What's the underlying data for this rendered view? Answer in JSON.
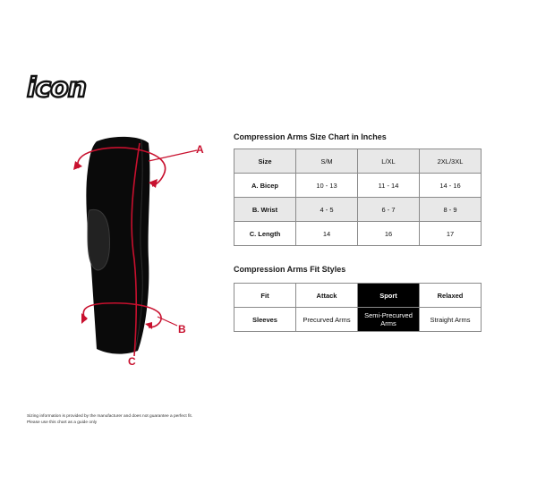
{
  "logo": {
    "text": "icon"
  },
  "figure": {
    "label_a": "A",
    "label_b": "B",
    "label_c": "C",
    "accent_color": "#c8102e"
  },
  "size_chart": {
    "title": "Compression Arms Size Chart in Inches",
    "header": [
      "Size",
      "S/M",
      "L/XL",
      "2XL/3XL"
    ],
    "rows": [
      [
        "A. Bicep",
        "10 - 13",
        "11 - 14",
        "14 - 16"
      ],
      [
        "B. Wrist",
        "4 - 5",
        "6 - 7",
        "8 - 9"
      ],
      [
        "C. Length",
        "14",
        "16",
        "17"
      ]
    ]
  },
  "fit_styles": {
    "title": "Compression Arms Fit Styles",
    "header": [
      "Fit",
      "Attack",
      "Sport",
      "Relaxed"
    ],
    "row": [
      "Sleeves",
      "Precurved Arms",
      "Semi-Precurved Arms",
      "Straight Arms"
    ],
    "highlight_color": "#000000"
  },
  "footnote": {
    "line1": "Sizing information is provided by the manufacturer and does not guarantee a perfect fit.",
    "line2": "Please use this chart as a guide only"
  }
}
